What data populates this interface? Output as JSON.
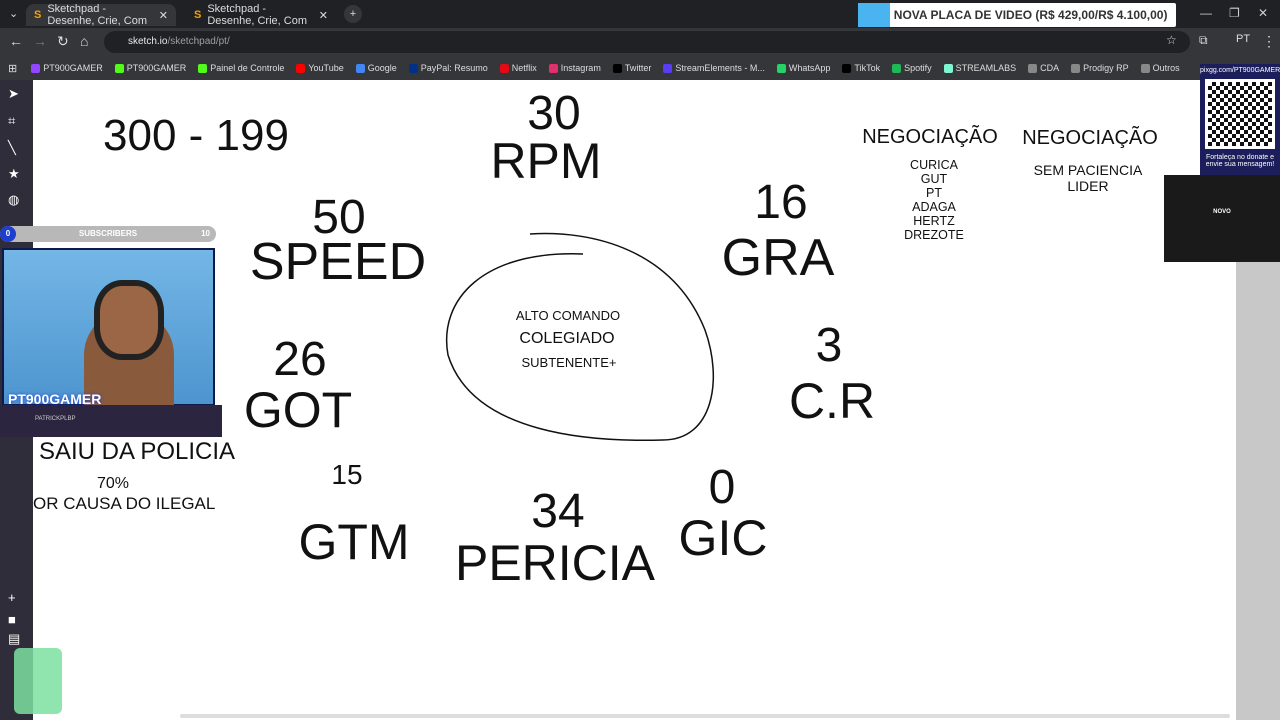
{
  "browser": {
    "tabs": [
      {
        "title": "Sketchpad - Desenhe, Crie, Com"
      },
      {
        "title": "Sketchpad - Desenhe, Crie, Com"
      }
    ],
    "url_host": "sketch.io",
    "url_path": "/sketchpad/pt/",
    "bookmarks": [
      "PT900GAMER",
      "PT900GAMER",
      "Painel de Controle",
      "YouTube",
      "Google",
      "PayPal: Resumo",
      "Netflix",
      "Instagram",
      "Twitter",
      "StreamElements - M...",
      "WhatsApp",
      "TikTok",
      "Spotify",
      "STREAMLABS",
      "CDA",
      "Prodigy RP",
      "Outros"
    ],
    "bookmark_colors": [
      "#9146ff",
      "#53fc18",
      "#53fc18",
      "#ff0000",
      "#4285f4",
      "#003087",
      "#e50914",
      "#e1306c",
      "#000000",
      "#5b3cf5",
      "#25d366",
      "#000000",
      "#1db954",
      "#80f5d2",
      "#888888",
      "#888888",
      "#888888"
    ]
  },
  "banner": {
    "text": "NOVA PLACA DE VIDEO (R$ 429,00/R$ 4.100,00)",
    "progress": 0.1,
    "color": "#4ab4f0"
  },
  "overlay": {
    "subscribers_label": "SUBSCRIBERS",
    "subscribers_count": "0",
    "subscribers_goal": "10",
    "streamer": "PT900GAMER",
    "instagram": "PATRICKPLBP",
    "qr_url": "pixgg.com/PT900GAMER",
    "qr_caption": "Fortaleça no donate e envie sua mensagem!",
    "novo": "NOVO"
  },
  "canvas": {
    "score": "300 - 199",
    "rpm": {
      "n": "30",
      "l": "RPM"
    },
    "speed": {
      "n": "50",
      "l": "SPEED"
    },
    "gra": {
      "n": "16",
      "l": "GRA"
    },
    "cr": {
      "n": "3",
      "l": "C.R"
    },
    "got": {
      "n": "26",
      "l": "GOT"
    },
    "gtm": {
      "n": "15",
      "l": "GTM"
    },
    "pericia": {
      "n": "34",
      "l": "PERICIA"
    },
    "gic": {
      "n": "0",
      "l": "GIC"
    },
    "center": [
      "ALTO COMANDO",
      "COLEGIADO",
      "SUBTENENTE+"
    ],
    "neg1": {
      "title": "NEGOCIAÇÃO",
      "items": [
        "CURICA",
        "GUT",
        "PT",
        "ADAGA",
        "HERTZ",
        "DREZOTE"
      ]
    },
    "neg2": {
      "title": "NEGOCIAÇÃO",
      "items": [
        "SEM PACIENCIA",
        "LIDER"
      ]
    },
    "policia": {
      "title": "SAIU DA POLICIA",
      "pct": "70%",
      "reason": "OR CAUSA DO ILEGAL"
    }
  }
}
